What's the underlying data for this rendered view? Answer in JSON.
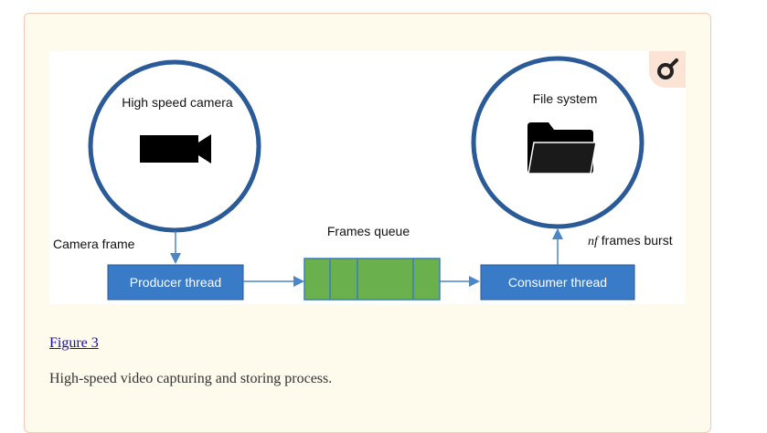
{
  "figure": {
    "link_label": "Figure 3",
    "caption": "High-speed video capturing and storing process.",
    "zoom_icon": "magnify-icon"
  },
  "diagram": {
    "camera_circle_label": "High speed camera",
    "camera_icon": "video-camera-icon",
    "filesystem_circle_label": "File system",
    "filesystem_icon": "folder-icon",
    "camera_frame_label": "Camera frame",
    "queue_label": "Frames queue",
    "burst_label_italic": "nf",
    "burst_label_rest": " frames burst",
    "producer_label": "Producer thread",
    "consumer_label": "Consumer thread",
    "colors": {
      "circle_stroke": "#2a5a98",
      "thread_box": "#3a7bc8",
      "queue_fill": "#6ab04c",
      "queue_stroke": "#3b7cc0",
      "arrow": "#4a86c8"
    }
  }
}
